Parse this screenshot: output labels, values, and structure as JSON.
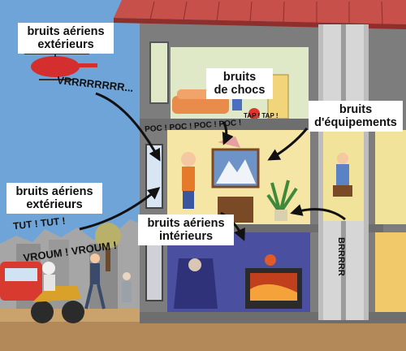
{
  "labels": {
    "exterior_air_top": [
      "bruits aériens",
      "extérieurs"
    ],
    "exterior_air_left": [
      "bruits aériens",
      "extérieurs"
    ],
    "impact": [
      "bruits",
      "de chocs"
    ],
    "equipment": [
      "bruits",
      "d'équipements"
    ],
    "interior_air": [
      "bruits aériens",
      "intérieurs"
    ]
  },
  "sounds": {
    "helicopter": "VRRRRRRRR...",
    "ball": "POC ! POC ! POC ! POC !",
    "tap": "TAP ! TAP !",
    "horn": "TUT ! TUT !",
    "engine": "VROUM ! VROUM !",
    "elevator": "BRRRRR"
  },
  "colors": {
    "sky": "#6fa4d8",
    "roof": "#c8504a",
    "wall": "#8d8d8d",
    "living_room": "#f5e6a6",
    "tv_room": "#4b4fa0",
    "kitchen": "#f2e39a",
    "arrow": "#111111"
  }
}
